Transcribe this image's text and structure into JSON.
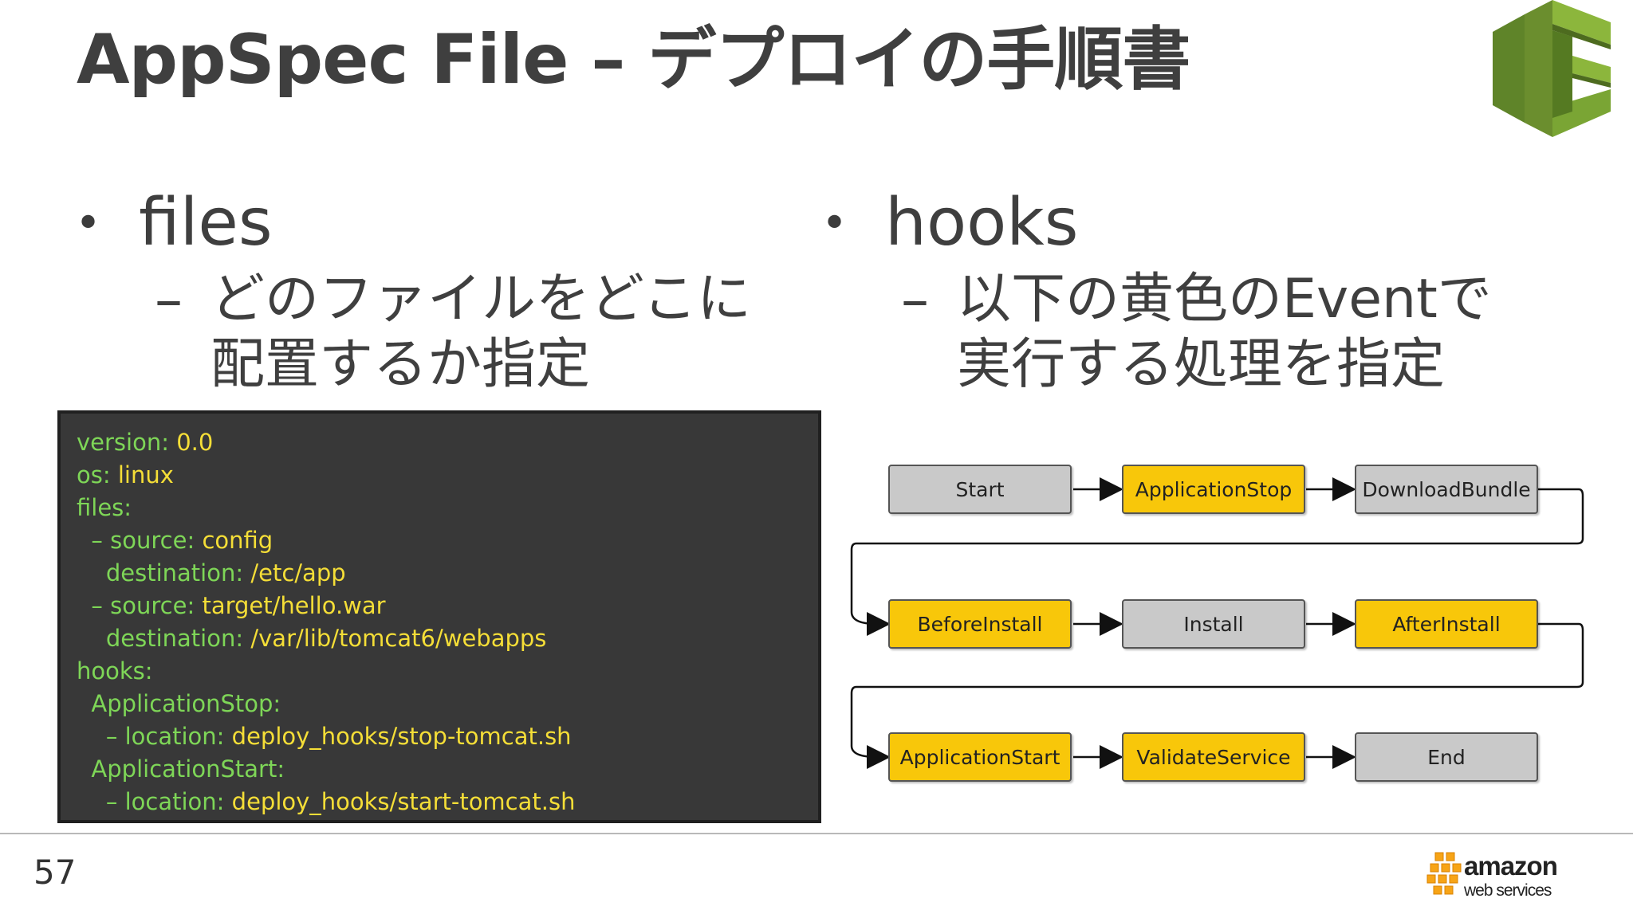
{
  "title": "AppSpec File – デプロイの手順書",
  "page_number": "57",
  "left": {
    "bullet": "files",
    "sub_lines": [
      "どのファイルをどこに",
      "配置するか指定"
    ]
  },
  "right": {
    "bullet": "hooks",
    "sub_lines": [
      "以下の黄色のEventで",
      "実行する処理を指定"
    ]
  },
  "bullet_symbol": "•",
  "dash_symbol": "–",
  "code": [
    {
      "k": "version: ",
      "v": "0.0"
    },
    {
      "k": "os: ",
      "v": "linux"
    },
    {
      "k": "files:",
      "v": ""
    },
    {
      "k": "  – source: ",
      "v": "config"
    },
    {
      "k": "    destination: ",
      "v": "/etc/app"
    },
    {
      "k": "  – source: ",
      "v": "target/hello.war"
    },
    {
      "k": "    destination: ",
      "v": "/var/lib/tomcat6/webapps"
    },
    {
      "k": "hooks:",
      "v": ""
    },
    {
      "k": "  ApplicationStop:",
      "v": ""
    },
    {
      "k": "    – location: ",
      "v": "deploy_hooks/stop-tomcat.sh"
    },
    {
      "k": "  ApplicationStart:",
      "v": ""
    },
    {
      "k": "    – location: ",
      "v": "deploy_hooks/start-tomcat.sh"
    }
  ],
  "flow": [
    {
      "label": "Start",
      "style": "gray"
    },
    {
      "label": "ApplicationStop",
      "style": "yellow"
    },
    {
      "label": "DownloadBundle",
      "style": "gray"
    },
    {
      "label": "BeforeInstall",
      "style": "yellow"
    },
    {
      "label": "Install",
      "style": "gray"
    },
    {
      "label": "AfterInstall",
      "style": "yellow"
    },
    {
      "label": "ApplicationStart",
      "style": "yellow"
    },
    {
      "label": "ValidateService",
      "style": "yellow"
    },
    {
      "label": "End",
      "style": "gray"
    }
  ],
  "colors": {
    "hook_event": "#f8c70a",
    "lifecycle_event": "#c9c9c9",
    "code_key": "#7ed657",
    "code_value": "#f5de37",
    "code_background": "#383838"
  },
  "logos": {
    "top_right": "codedeploy-logo",
    "bottom_right": {
      "name": "amazon-web-services-logo",
      "word1": "amazon",
      "word2": "web services"
    }
  }
}
